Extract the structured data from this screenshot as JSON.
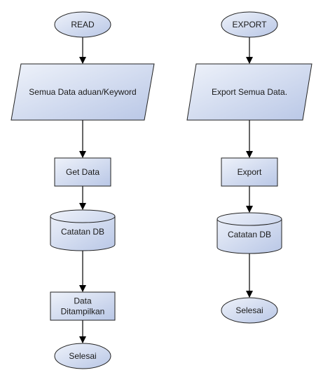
{
  "colors": {
    "fill_top": "#eef2fa",
    "fill_bottom": "#b9c7e6",
    "stroke": "#222222",
    "edge": "#000000"
  },
  "flows": [
    {
      "nodes": [
        {
          "id": "read",
          "shape": "terminator",
          "lines": [
            "READ"
          ]
        },
        {
          "id": "semua-data",
          "shape": "data",
          "lines": [
            "Semua Data aduan/Keyword"
          ]
        },
        {
          "id": "get-data",
          "shape": "process",
          "lines": [
            "Get Data"
          ]
        },
        {
          "id": "catatan-db-1",
          "shape": "database",
          "lines": [
            "Catatan DB"
          ]
        },
        {
          "id": "data-ditampilkan",
          "shape": "process",
          "lines": [
            "Data",
            "Ditampilkan"
          ]
        },
        {
          "id": "selesai-1",
          "shape": "terminator",
          "lines": [
            "Selesai"
          ]
        }
      ]
    },
    {
      "nodes": [
        {
          "id": "export-start",
          "shape": "terminator",
          "lines": [
            "EXPORT"
          ]
        },
        {
          "id": "export-semua",
          "shape": "data",
          "lines": [
            "Export Semua Data."
          ]
        },
        {
          "id": "export-process",
          "shape": "process",
          "lines": [
            "Export"
          ]
        },
        {
          "id": "catatan-db-2",
          "shape": "database",
          "lines": [
            "Catatan DB"
          ]
        },
        {
          "id": "selesai-2",
          "shape": "terminator",
          "lines": [
            "Selesai"
          ]
        }
      ]
    }
  ]
}
